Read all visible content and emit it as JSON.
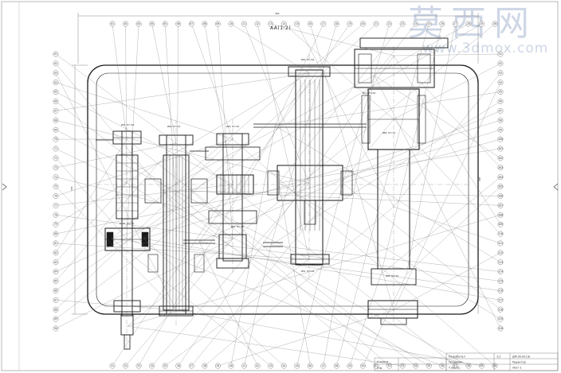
{
  "sheet": {
    "section_label": "AA(1:2)",
    "overall_width_dim": "460",
    "left_height_dim": "340",
    "right_height_dim": "265",
    "callout_ids_top": [
      "01",
      "02",
      "03",
      "04",
      "05",
      "06",
      "07",
      "08",
      "09",
      "10",
      "11",
      "12",
      "13",
      "14",
      "15",
      "16",
      "17",
      "18",
      "19",
      "20",
      "21",
      "22",
      "23",
      "24",
      "25",
      "26",
      "27",
      "28",
      "29",
      "30"
    ],
    "callout_ids_bottom": [
      "31",
      "32",
      "33",
      "34",
      "35",
      "36",
      "37",
      "38",
      "39",
      "40",
      "41",
      "42",
      "43",
      "44",
      "45",
      "46",
      "47",
      "48",
      "49",
      "50",
      "51",
      "52",
      "53",
      "54",
      "55",
      "56",
      "57",
      "58",
      "59",
      "60"
    ],
    "callout_ids_left": [
      "61",
      "62",
      "63",
      "64",
      "65",
      "66",
      "67",
      "68",
      "69",
      "70",
      "71",
      "72",
      "73",
      "74",
      "75",
      "76",
      "77",
      "78",
      "79",
      "80",
      "81",
      "82",
      "83",
      "84",
      "85",
      "86",
      "87",
      "88",
      "89",
      "90"
    ],
    "callout_ids_right": [
      "91",
      "92",
      "93",
      "94",
      "95",
      "96",
      "97",
      "98",
      "99",
      "100",
      "101",
      "102",
      "103",
      "104",
      "105",
      "106",
      "107",
      "108",
      "109",
      "110",
      "111",
      "112",
      "113",
      "114",
      "115",
      "116",
      "117",
      "118",
      "119",
      "120"
    ],
    "fit_labels": [
      "Ø45 H7/k6",
      "Ø60 H7/n6",
      "Ø40 H7/k6",
      "Ø62 H7/h6",
      "Ø72 H7/k6",
      "Ø80 H7/n6",
      "Ø35 H7/k6",
      "Ø52 H7/h6",
      "Ø90 H7/k6",
      "Ø110 H7/n6"
    ]
  },
  "title_block": {
    "rows": [
      "Разработал",
      "Проверил",
      "Т.контр.",
      "Н.контр.",
      "Утв."
    ],
    "title": "Редуктор",
    "doc_code": "ДМ.00.00.СБ",
    "sheet_info": "Лист 1",
    "scale": "1:2"
  },
  "watermark": {
    "logo_text": "莫西网",
    "url": "www.3dmox.com"
  },
  "colors": {
    "line": "#1a1a1a",
    "thin": "#555555",
    "watermark": "#cfd7e6",
    "background": "#ffffff"
  }
}
